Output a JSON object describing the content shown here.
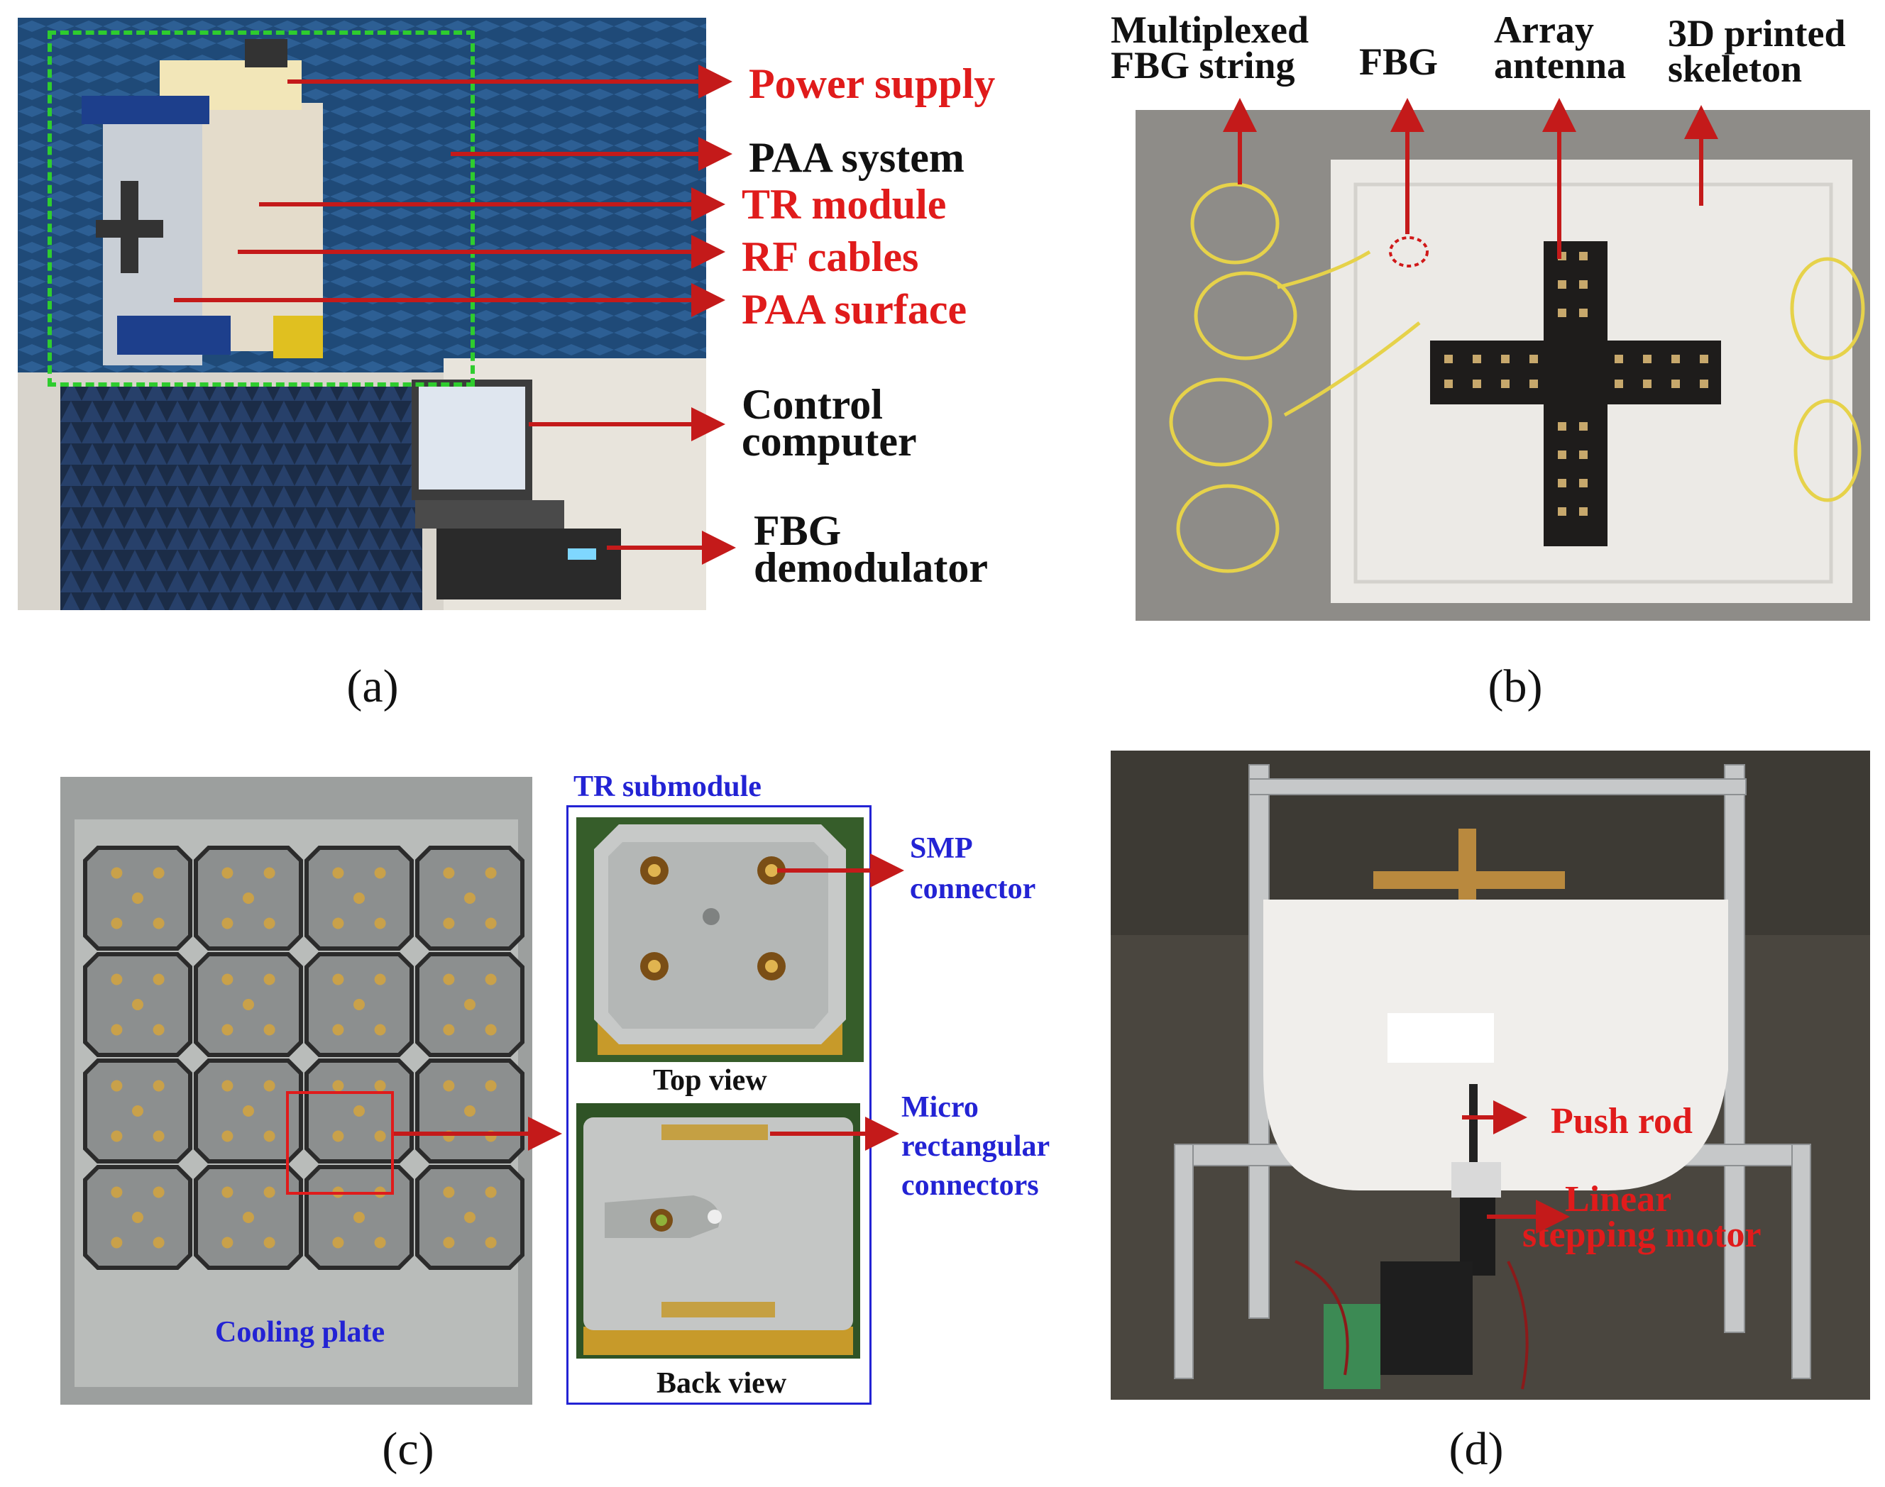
{
  "panel_a": {
    "caption": "(a)",
    "labels": {
      "power_supply": "Power supply",
      "paa_system": "PAA system",
      "tr_module": "TR module",
      "rf_cables": "RF cables",
      "paa_surface": "PAA surface",
      "control_computer": [
        "Control",
        "computer"
      ],
      "fbg_demodulator": [
        "FBG",
        "demodulator"
      ]
    }
  },
  "panel_b": {
    "caption": "(b)",
    "labels": {
      "multiplexed_fbg_string": [
        "Multiplexed",
        "FBG string"
      ],
      "fbg": "FBG",
      "array_antenna": [
        "Array",
        "antenna"
      ],
      "skeleton": [
        "3D printed",
        "skeleton"
      ]
    }
  },
  "panel_c": {
    "caption": "(c)",
    "labels": {
      "tr_submodule": "TR submodule",
      "cooling_plate": "Cooling plate",
      "top_view": "Top view",
      "back_view": "Back view",
      "smp_connector": [
        "SMP",
        "connector"
      ],
      "micro_rect": [
        "Micro",
        "rectangular",
        "connectors"
      ]
    }
  },
  "panel_d": {
    "caption": "(d)",
    "labels": {
      "push_rod": "Push rod",
      "linear_stepping_motor": [
        "Linear",
        "stepping motor"
      ]
    }
  },
  "colors": {
    "annotation_red": "#e01b1b",
    "arrow_red": "#c41a1a",
    "label_blue": "#2323d4",
    "dash_green": "#2ecc2e"
  }
}
